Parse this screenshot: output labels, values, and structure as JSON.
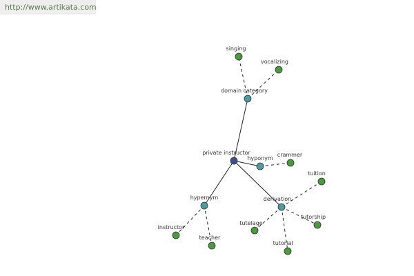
{
  "site": {
    "url_text": "http://www.artikata.com"
  },
  "colors": {
    "root_node": "#3f4f88",
    "relation_node": "#4f9aa0",
    "term_node": "#4a9a3e",
    "node_stroke": "#333333",
    "edge": "#222222",
    "url_bar_bg": "#eeeeee",
    "url_text": "#5a7a4a"
  },
  "graph": {
    "nodes": [
      {
        "id": "root",
        "label": "private instructor",
        "kind": "root"
      },
      {
        "id": "domain_category",
        "label": "domain category",
        "kind": "relation"
      },
      {
        "id": "singing",
        "label": "singing",
        "kind": "term"
      },
      {
        "id": "vocalizing",
        "label": "vocalizing",
        "kind": "term"
      },
      {
        "id": "hyponym",
        "label": "hyponym",
        "kind": "relation"
      },
      {
        "id": "crammer",
        "label": "crammer",
        "kind": "term"
      },
      {
        "id": "hypernym",
        "label": "hypernym",
        "kind": "relation"
      },
      {
        "id": "instructor",
        "label": "instructor",
        "kind": "term"
      },
      {
        "id": "teacher",
        "label": "teacher",
        "kind": "term"
      },
      {
        "id": "derivation",
        "label": "derivation",
        "kind": "relation"
      },
      {
        "id": "tuition",
        "label": "tuition",
        "kind": "term"
      },
      {
        "id": "tutorship",
        "label": "tutorship",
        "kind": "term"
      },
      {
        "id": "tutelage",
        "label": "tutelage",
        "kind": "term"
      },
      {
        "id": "tutorial",
        "label": "tutorial",
        "kind": "term"
      }
    ],
    "edges": [
      {
        "from": "root",
        "to": "domain_category",
        "style": "solid"
      },
      {
        "from": "root",
        "to": "hyponym",
        "style": "solid"
      },
      {
        "from": "root",
        "to": "hypernym",
        "style": "solid"
      },
      {
        "from": "root",
        "to": "derivation",
        "style": "solid"
      },
      {
        "from": "domain_category",
        "to": "singing",
        "style": "dashed"
      },
      {
        "from": "domain_category",
        "to": "vocalizing",
        "style": "dashed"
      },
      {
        "from": "hyponym",
        "to": "crammer",
        "style": "dashed"
      },
      {
        "from": "hypernym",
        "to": "instructor",
        "style": "dashed"
      },
      {
        "from": "hypernym",
        "to": "teacher",
        "style": "dashed"
      },
      {
        "from": "derivation",
        "to": "tuition",
        "style": "dashed"
      },
      {
        "from": "derivation",
        "to": "tutorship",
        "style": "dashed"
      },
      {
        "from": "derivation",
        "to": "tutelage",
        "style": "dashed"
      },
      {
        "from": "derivation",
        "to": "tutorial",
        "style": "dashed"
      }
    ]
  }
}
